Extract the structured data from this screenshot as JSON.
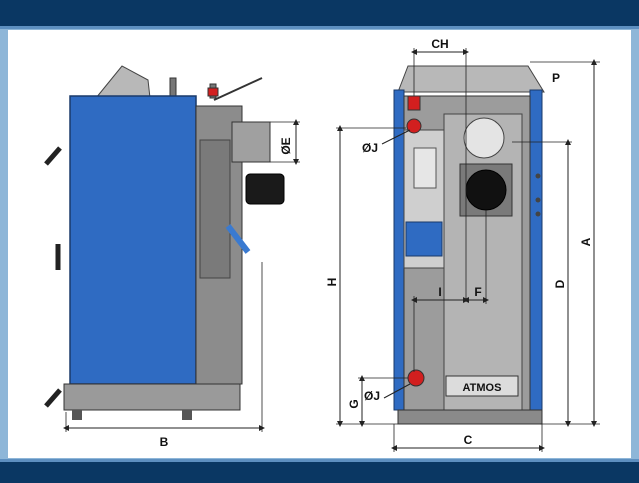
{
  "colors": {
    "frame": "#8eb6d8",
    "header_bar": "#0a3763",
    "accent_line": "#5d8fc0",
    "boiler_blue": "#2f6bc2",
    "casing_grey": "#8c8c8c",
    "flue_black": "#1a1a1a",
    "valve_red": "#d21f1f"
  },
  "dimensions": {
    "ch": "CH",
    "p": "P",
    "a": "A",
    "d": "D",
    "h": "H",
    "e": "ØE",
    "j_top": "ØJ",
    "j_bottom": "ØJ",
    "i": "I",
    "f": "F",
    "g": "G",
    "b": "B",
    "c": "C"
  },
  "brand_plate": "ATMOS"
}
